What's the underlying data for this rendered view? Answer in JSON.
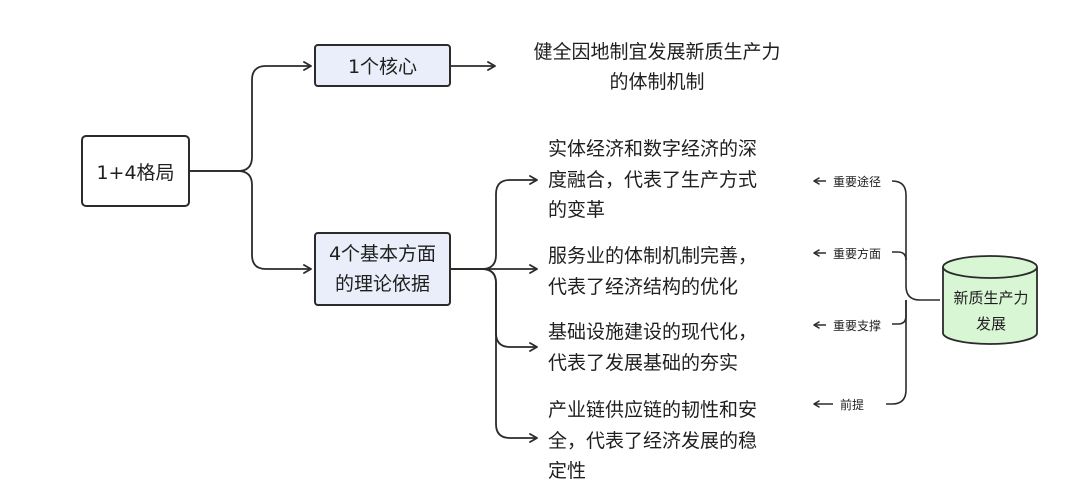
{
  "root": {
    "label": "1+4格局"
  },
  "core": {
    "label": "1个核心",
    "description": [
      "健全因地制宜发展新质生产力",
      "的体制机制"
    ]
  },
  "basis": {
    "label": [
      "4个基本方面",
      "的理论依据"
    ]
  },
  "aspects": [
    {
      "lines": [
        "实体经济和数字经济的深",
        "度融合，代表了生产方式",
        "的变革"
      ],
      "relation": "重要途径"
    },
    {
      "lines": [
        "服务业的体制机制完善，",
        "代表了经济结构的优化"
      ],
      "relation": "重要方面"
    },
    {
      "lines": [
        "基础设施建设的现代化，",
        "代表了发展基础的夯实"
      ],
      "relation": "重要支撑"
    },
    {
      "lines": [
        "产业链供应链的韧性和安",
        "全，代表了经济发展的稳",
        "定性"
      ],
      "relation": "前提"
    }
  ],
  "target": {
    "label": [
      "新质生产力",
      "发展"
    ]
  },
  "colors": {
    "stroke": "#2b2b2b",
    "box_fill": "#eaeefa",
    "cylinder_fill": "#d8f5d4"
  }
}
